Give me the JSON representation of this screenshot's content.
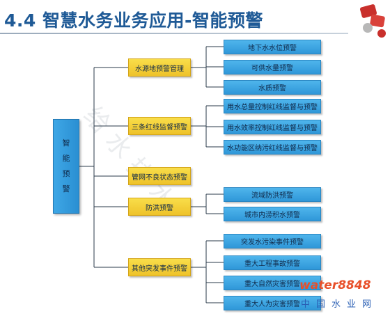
{
  "header": {
    "title": "4.4  智慧水务业务应用-智能预警"
  },
  "root": {
    "chars": [
      "智",
      "能",
      "预",
      "警"
    ]
  },
  "categories": [
    {
      "label": "水源地预警管理",
      "children": [
        "地下水水位预警",
        "可供水量预警",
        "水质预警"
      ]
    },
    {
      "label": "三条红线监督预警",
      "children": [
        "用水总量控制红线监督与预警",
        "用水效率控制红线监督与预警",
        "水功能区纳污红线监督与预警"
      ]
    },
    {
      "label": "管网不良状态预警",
      "children": []
    },
    {
      "label": "防洪预警",
      "children": [
        "流域防洪预警",
        "城市内涝积水预警"
      ]
    },
    {
      "label": "其他突发事件预警",
      "children": [
        "突发水污染事件预警",
        "重大工程事故预警",
        "重大自然灾害预警",
        "重大人为灾害预警"
      ]
    }
  ],
  "watermark": "给水排水",
  "logo": {
    "word": "water8848",
    "sub": "中国水业网"
  },
  "colors": {
    "title": "#1f5a96",
    "leaf_box": "#3aa6e4",
    "category_box": "#f4d03a",
    "line": "#2a3a4a"
  }
}
